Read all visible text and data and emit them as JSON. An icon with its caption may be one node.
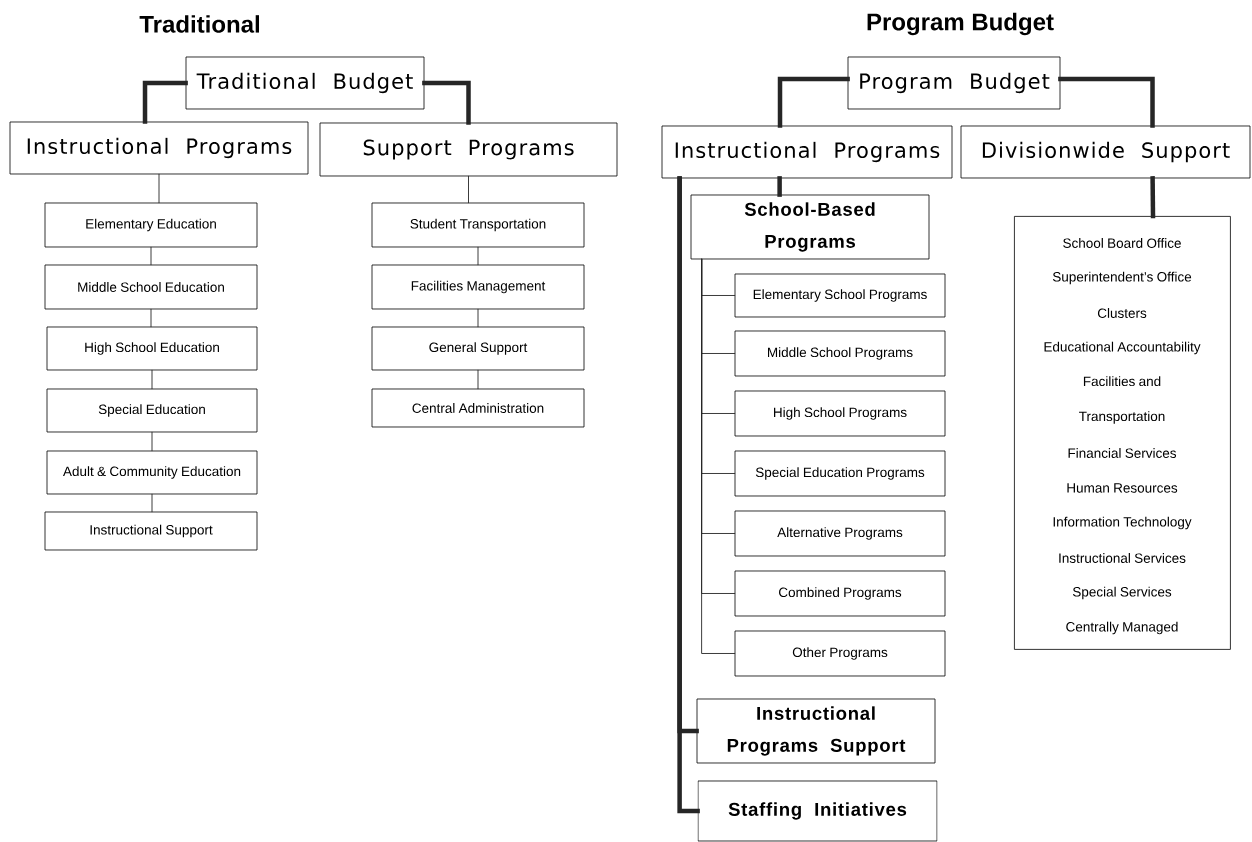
{
  "diagram": {
    "nodes": [
      {
        "text": [
          "Traditional Budget"
        ]
      },
      {
        "text": [
          "Instructional Programs"
        ]
      },
      {
        "text": [
          "Support Programs"
        ]
      },
      {
        "text": [
          "Elementary Education"
        ]
      },
      {
        "text": [
          "Middle School Education"
        ]
      },
      {
        "text": [
          "High School Education"
        ]
      },
      {
        "text": [
          "Special Education"
        ]
      },
      {
        "text": [
          "Adult & Community Education"
        ]
      },
      {
        "text": [
          "Instructional Support"
        ]
      },
      {
        "text": [
          "Student Transportation"
        ]
      },
      {
        "text": [
          "Facilities Management"
        ]
      },
      {
        "text": [
          "General Support"
        ]
      },
      {
        "text": [
          "Central Administration"
        ]
      },
      {
        "text": [
          "Program Budget"
        ]
      },
      {
        "text": [
          "Instructional Programs"
        ]
      },
      {
        "text": [
          "Divisionwide Support"
        ]
      },
      {
        "text": [
          "School-Based Programs"
        ]
      },
      {
        "text": [
          "Elementary School Programs"
        ]
      },
      {
        "text": [
          "Middle School Programs"
        ]
      },
      {
        "text": [
          "High School Programs"
        ]
      },
      {
        "text": [
          "Special Education Programs"
        ]
      },
      {
        "text": [
          "Alternative Programs"
        ]
      },
      {
        "text": [
          "Combined Programs"
        ]
      },
      {
        "text": [
          "Other Programs"
        ]
      },
      {
        "text": [
          "Instructional Programs Support"
        ]
      },
      {
        "text": [
          "Staffing Initiatives"
        ]
      },
      {
        "text": [
          "School Board Office",
          "Superintendent’s Office",
          "Clusters",
          "Educational Accountability",
          "Facilities and Transportation",
          "Financial Services",
          "Human Resources",
          "Information Technology",
          "Instructional Services",
          "Special Services",
          "Centrally Managed"
        ]
      }
    ],
    "edges": [
      {
        "from": 0,
        "to": 1,
        "arrow": "none",
        "style": "thick"
      },
      {
        "from": 0,
        "to": 2,
        "arrow": "none",
        "style": "thick"
      },
      {
        "from": 1,
        "to": 3,
        "arrow": "none"
      },
      {
        "from": 3,
        "to": 4,
        "arrow": "none"
      },
      {
        "from": 4,
        "to": 5,
        "arrow": "none"
      },
      {
        "from": 5,
        "to": 6,
        "arrow": "none"
      },
      {
        "from": 6,
        "to": 7,
        "arrow": "none"
      },
      {
        "from": 7,
        "to": 8,
        "arrow": "none"
      },
      {
        "from": 2,
        "to": 9,
        "arrow": "none"
      },
      {
        "from": 9,
        "to": 10,
        "arrow": "none"
      },
      {
        "from": 10,
        "to": 11,
        "arrow": "none"
      },
      {
        "from": 11,
        "to": 12,
        "arrow": "none"
      },
      {
        "from": 13,
        "to": 14,
        "arrow": "none",
        "style": "thick"
      },
      {
        "from": 13,
        "to": 15,
        "arrow": "none",
        "style": "thick"
      },
      {
        "from": 14,
        "to": 16,
        "arrow": "none",
        "style": "thick"
      },
      {
        "from": 14,
        "to": 24,
        "arrow": "none",
        "style": "thick"
      },
      {
        "from": 14,
        "to": 25,
        "arrow": "none",
        "style": "thick"
      },
      {
        "from": 15,
        "to": 26,
        "arrow": "none",
        "style": "thick"
      },
      {
        "from": 16,
        "to": 17,
        "arrow": "none"
      },
      {
        "from": 16,
        "to": 18,
        "arrow": "none"
      },
      {
        "from": 16,
        "to": 19,
        "arrow": "none"
      },
      {
        "from": 16,
        "to": 20,
        "arrow": "none"
      },
      {
        "from": 16,
        "to": 21,
        "arrow": "none"
      },
      {
        "from": 16,
        "to": 22,
        "arrow": "none"
      },
      {
        "from": 16,
        "to": 23,
        "arrow": "none"
      }
    ],
    "labels": [
      "Traditional",
      "Program Budget"
    ]
  }
}
